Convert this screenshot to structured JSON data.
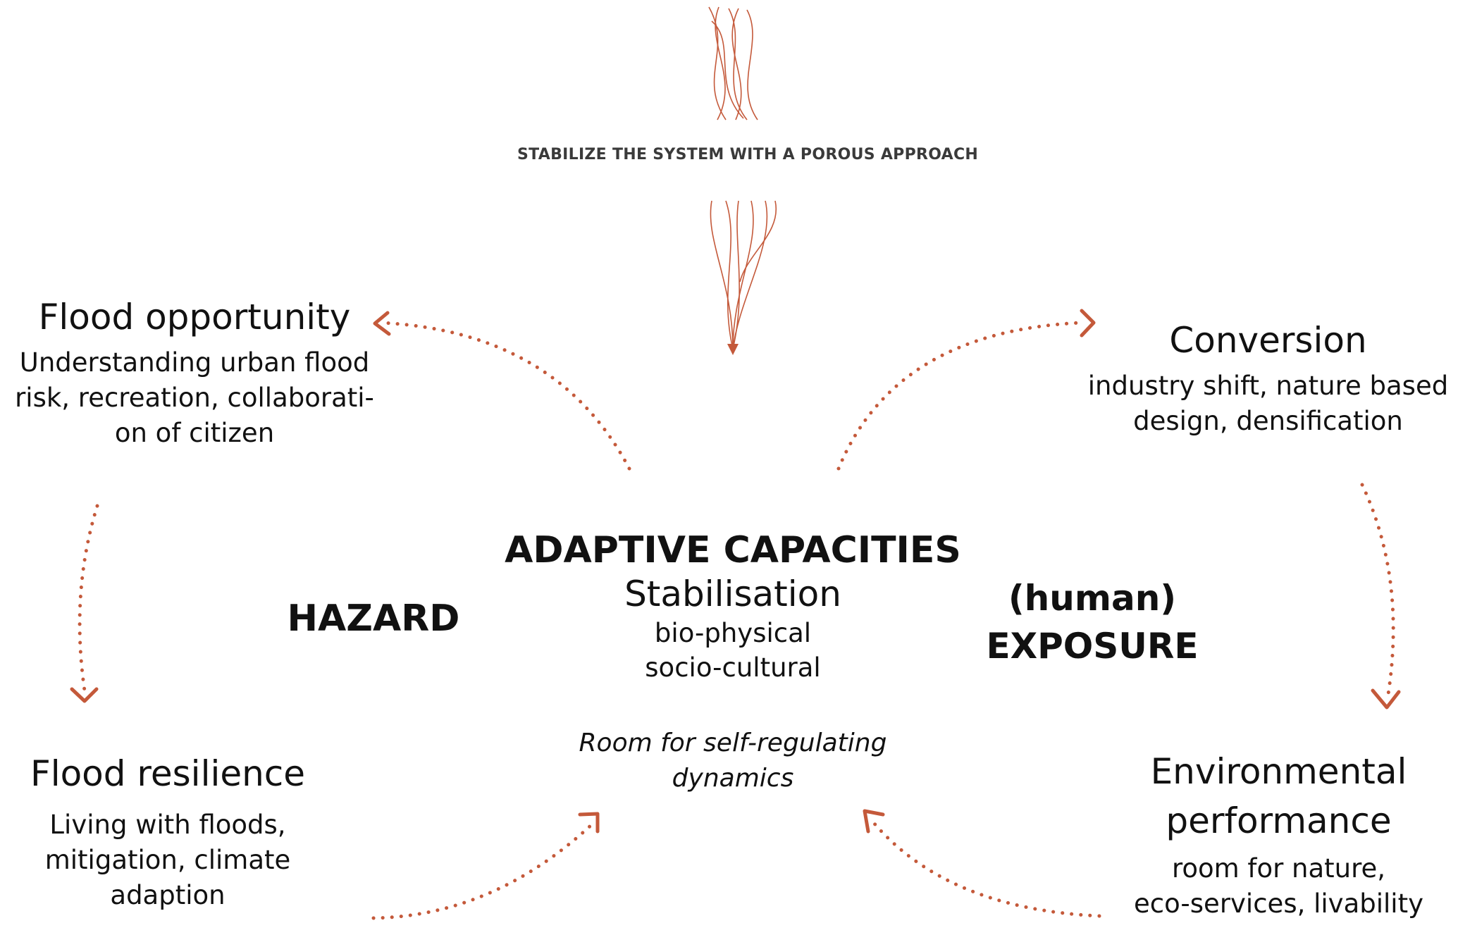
{
  "header": {
    "tagline": "STABILIZE THE SYSTEM WITH A POROUS APPROACH"
  },
  "colors": {
    "accent": "#c4593a",
    "text": "#111111",
    "tagline": "#3a3a3a"
  },
  "center": {
    "title": "ADAPTIVE CAPACITIES",
    "subtitle": "Stabilisation",
    "line1": "bio-physical",
    "line2": "socio-cultural",
    "note1": "Room for self-regulating",
    "note2": "dynamics"
  },
  "hazard": {
    "label": "HAZARD"
  },
  "exposure": {
    "line1": "(human)",
    "line2": "EXPOSURE"
  },
  "flood_opportunity": {
    "title": "Flood opportunity",
    "desc1": "Understanding urban flood",
    "desc2": "risk, recreation, collaborati-",
    "desc3": "on of citizen"
  },
  "conversion": {
    "title": "Conversion",
    "desc1": "industry shift, nature based",
    "desc2": "design, densification"
  },
  "flood_resilience": {
    "title": "Flood resilience",
    "desc1": "Living with floods,",
    "desc2": "mitigation, climate",
    "desc3": "adaption"
  },
  "environmental_performance": {
    "title1": "Environmental",
    "title2": "performance",
    "desc1": "room for nature,",
    "desc2": "eco-services, livability"
  },
  "icons": {
    "strands_top": "wavy-strands-icon",
    "strands_funnel": "funnel-strands-arrow-icon"
  }
}
